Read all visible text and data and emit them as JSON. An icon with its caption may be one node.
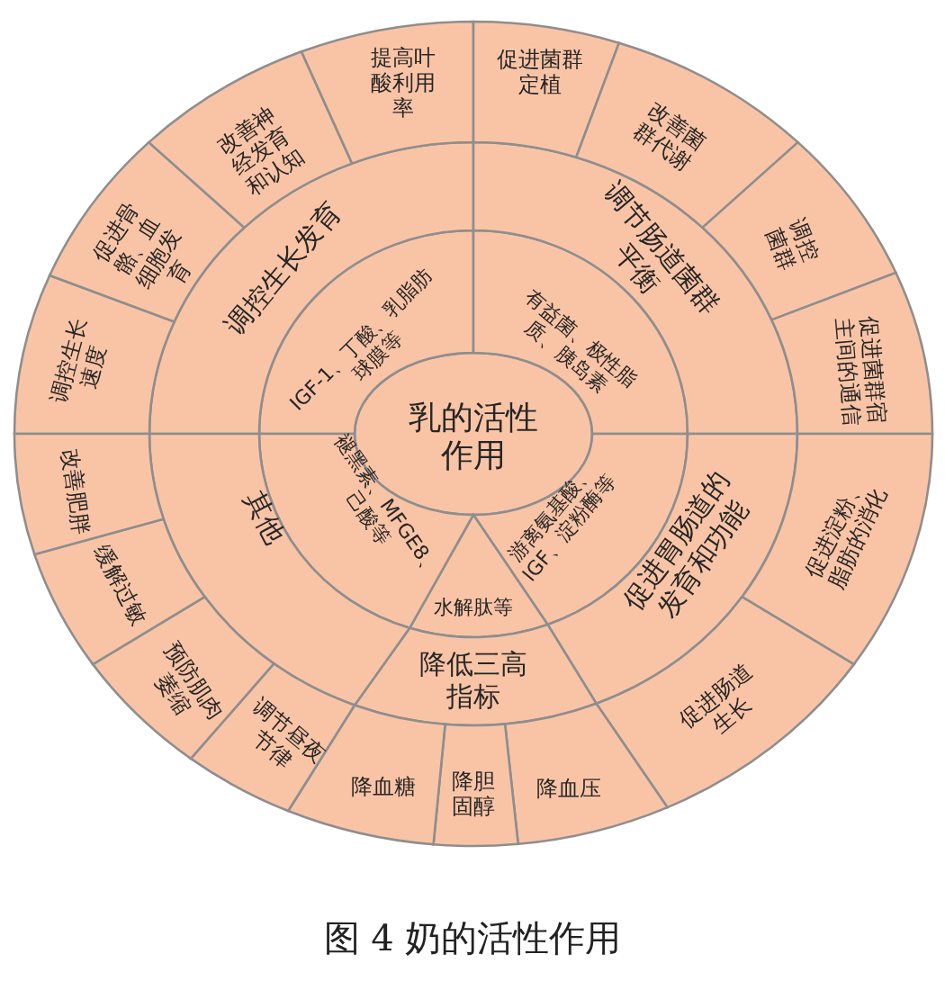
{
  "diagram": {
    "caption": "图 4 奶的活性作用",
    "nodes": [
      {
        "text": [
          "乳的活性作用"
        ]
      },
      {
        "text": [
          "IGF-1、丁酸、乳脂肪球膜等"
        ]
      },
      {
        "text": [
          "有益菌、极性脂质、胰岛素"
        ]
      },
      {
        "text": [
          "游离氨基酸、IGF、淀粉酶等"
        ]
      },
      {
        "text": [
          "水解肽等"
        ]
      },
      {
        "text": [
          "褪黑素、MFGE8、己酸等"
        ]
      },
      {
        "text": [
          "调控生长发育"
        ]
      },
      {
        "text": [
          "调节肠道菌群平衡"
        ]
      },
      {
        "text": [
          "促进胃肠道的发育和功能"
        ]
      },
      {
        "text": [
          "降低三高指标"
        ]
      },
      {
        "text": [
          "其他"
        ]
      },
      {
        "text": [
          "调控生长速度"
        ]
      },
      {
        "text": [
          "促进骨骼、血细胞发育"
        ]
      },
      {
        "text": [
          "改善神经发育和认知"
        ]
      },
      {
        "text": [
          "提高叶酸利用率"
        ]
      },
      {
        "text": [
          "促进菌群定植"
        ]
      },
      {
        "text": [
          "改善菌群代谢"
        ]
      },
      {
        "text": [
          "调控菌群"
        ]
      },
      {
        "text": [
          "促进菌群宿主间的通信"
        ]
      },
      {
        "text": [
          "促进淀粉、脂肪的消化"
        ]
      },
      {
        "text": [
          "促进肠道生长"
        ]
      },
      {
        "text": [
          "降血压"
        ]
      },
      {
        "text": [
          "降胆固醇"
        ]
      },
      {
        "text": [
          "降血糖"
        ]
      },
      {
        "text": [
          "调节昼夜节律"
        ]
      },
      {
        "text": [
          "预防肌肉萎缩"
        ]
      },
      {
        "text": [
          "缓解过敏"
        ]
      },
      {
        "text": [
          "改善肥胖"
        ]
      }
    ]
  }
}
